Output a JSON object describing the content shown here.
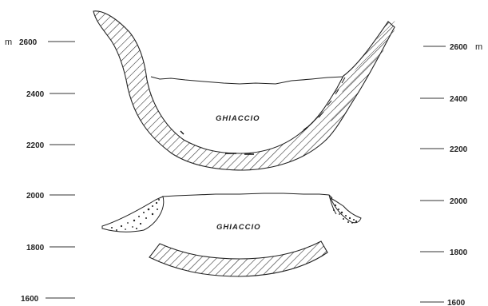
{
  "scale_left": {
    "unit": "m",
    "ticks": [
      "2600",
      "2400",
      "2200",
      "2000",
      "1800",
      "1600"
    ]
  },
  "scale_right": {
    "unit": "m",
    "ticks": [
      "2600",
      "2400",
      "2200",
      "2000",
      "1800",
      "1600"
    ]
  },
  "upper_profile": {
    "ice_label": "GHIACCIO"
  },
  "lower_profile": {
    "ice_label": "GHIACCIO"
  }
}
